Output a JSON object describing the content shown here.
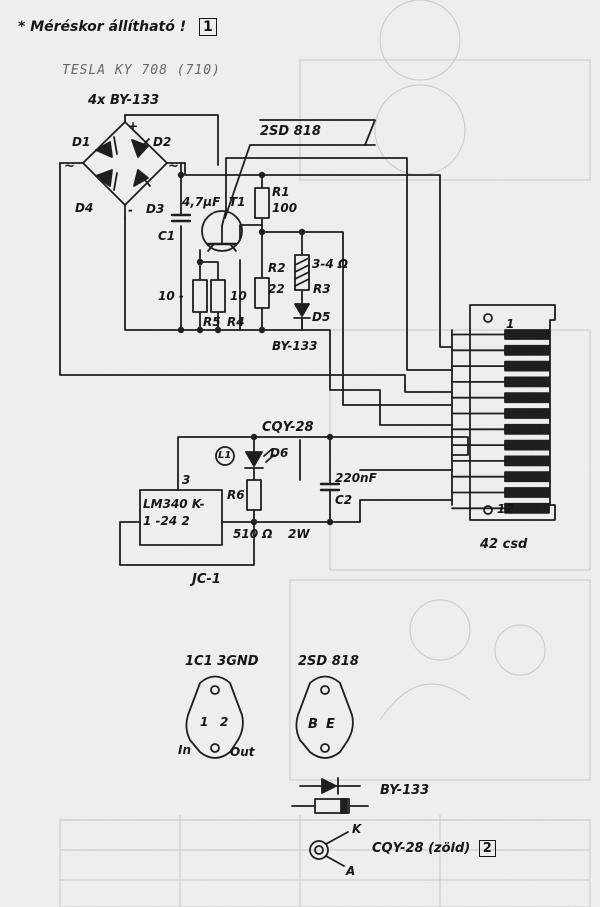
{
  "header": {
    "note": "* Méréskor   állítható !",
    "note_badge": "1"
  },
  "handwritten": {
    "tesla_ref": "TESLA  KY 708 (710)"
  },
  "bridge": {
    "type_label": "4x  BY-133",
    "d1": "D1",
    "d2": "D2",
    "d3": "D3",
    "d4": "D4",
    "plus": "+",
    "minus": "-",
    "ac_left": "~",
    "ac_right": "~"
  },
  "transistor": {
    "callout": "2SD 818",
    "name": "T1"
  },
  "capacitor1": {
    "value": "4,7µF",
    "name": "C1"
  },
  "resistors": {
    "r1_name": "R1",
    "r1_value": "100",
    "r2_name": "R2",
    "r2_value": "22",
    "r3_value": "3-4  Ω",
    "r3_name": "R3",
    "r4_name": "R4",
    "r4_value": "10",
    "r5_name": "R5",
    "r5_value": "10 -",
    "r6_name": "R6",
    "r6_value": "510 Ω",
    "r6_power": "2W"
  },
  "diode5": {
    "name": "D5",
    "type": "BY-133"
  },
  "led": {
    "type": "CQY-28",
    "name": "D6",
    "marker": "L1"
  },
  "capacitor2": {
    "value": "220nF",
    "name": "C2"
  },
  "regulator": {
    "label_line1": "LM340 K-",
    "label_line2": "1    -24    2",
    "pin3": "3",
    "name": "JC-1"
  },
  "connector": {
    "pin_first": "1",
    "pin_last": "12",
    "label": "42 csd"
  },
  "pinouts": {
    "ic": {
      "title": "1C1  3GND",
      "pin1": "1",
      "pin2": "2",
      "in": "In",
      "out": "Out"
    },
    "transistor": {
      "title": "2SD 818",
      "b": "B",
      "e": "E"
    }
  },
  "legend": {
    "diode_label": "BY-133",
    "led_label": "CQY-28 (zöld)",
    "led_badge": "2",
    "k": "K",
    "a": "A"
  }
}
